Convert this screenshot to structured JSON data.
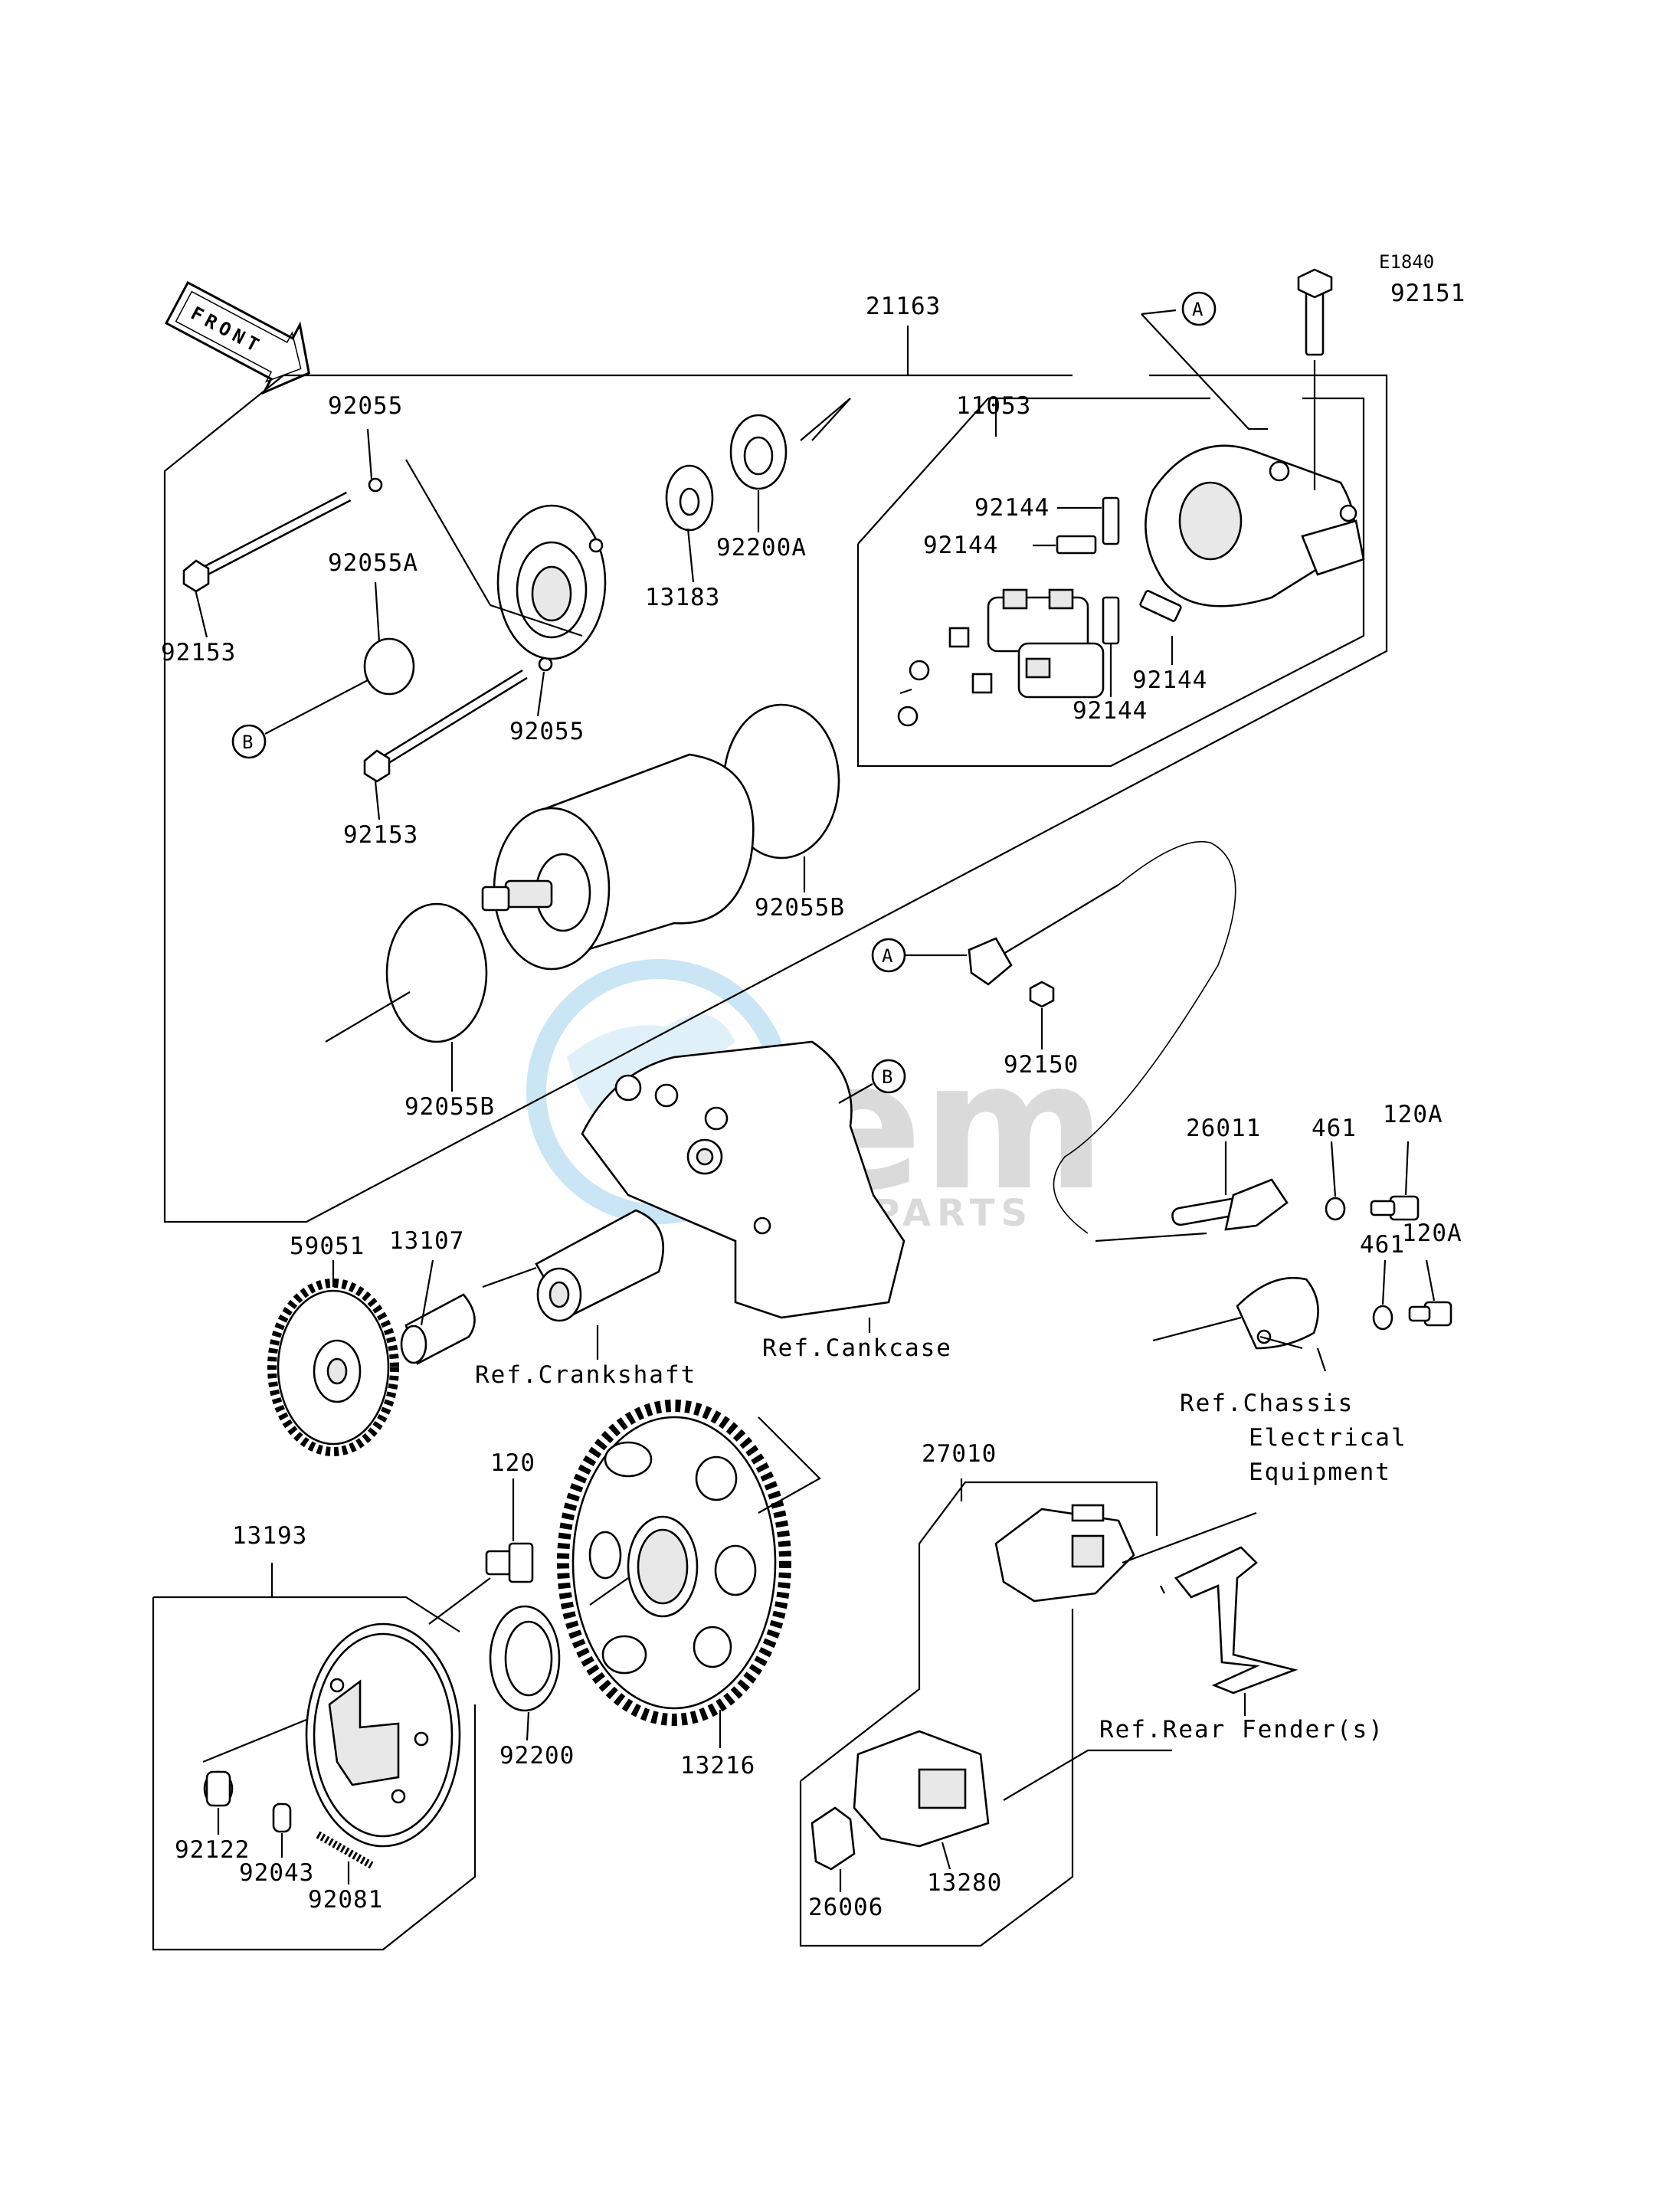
{
  "diagram": {
    "code": "E1840",
    "front_label": "FRONT",
    "watermark": {
      "brand": "Fem",
      "sub": "MOTORPARTS"
    },
    "callouts": {
      "A": "A",
      "B": "B"
    },
    "parts": {
      "p21163": "21163",
      "p92151": "92151",
      "p11053": "11053",
      "p92055_top": "92055",
      "p92055A": "92055A",
      "p92055_mid": "92055",
      "p92153_top": "92153",
      "p92153_mid": "92153",
      "p13183": "13183",
      "p92200A": "92200A",
      "p92144_a": "92144",
      "p92144_b": "92144",
      "p92144_c": "92144",
      "p92144_d": "92144",
      "p92055B_right": "92055B",
      "p92055B_left": "92055B",
      "p92150": "92150",
      "p26011": "26011",
      "p461_a": "461",
      "p120A_a": "120A",
      "p461_b": "461",
      "p120A_b": "120A",
      "p59051": "59051",
      "p13107": "13107",
      "p120": "120",
      "p13193": "13193",
      "p92200": "92200",
      "p13216": "13216",
      "p27010": "27010",
      "p92122": "92122",
      "p92043": "92043",
      "p92081": "92081",
      "p26006": "26006",
      "p13280": "13280"
    },
    "references": {
      "crankshaft": "Ref.Crankshaft",
      "crankcase": "Ref.Cankcase",
      "chassis_1": "Ref.Chassis",
      "chassis_2": "Electrical",
      "chassis_3": "Equipment",
      "rear_fender": "Ref.Rear Fender(s)"
    }
  }
}
